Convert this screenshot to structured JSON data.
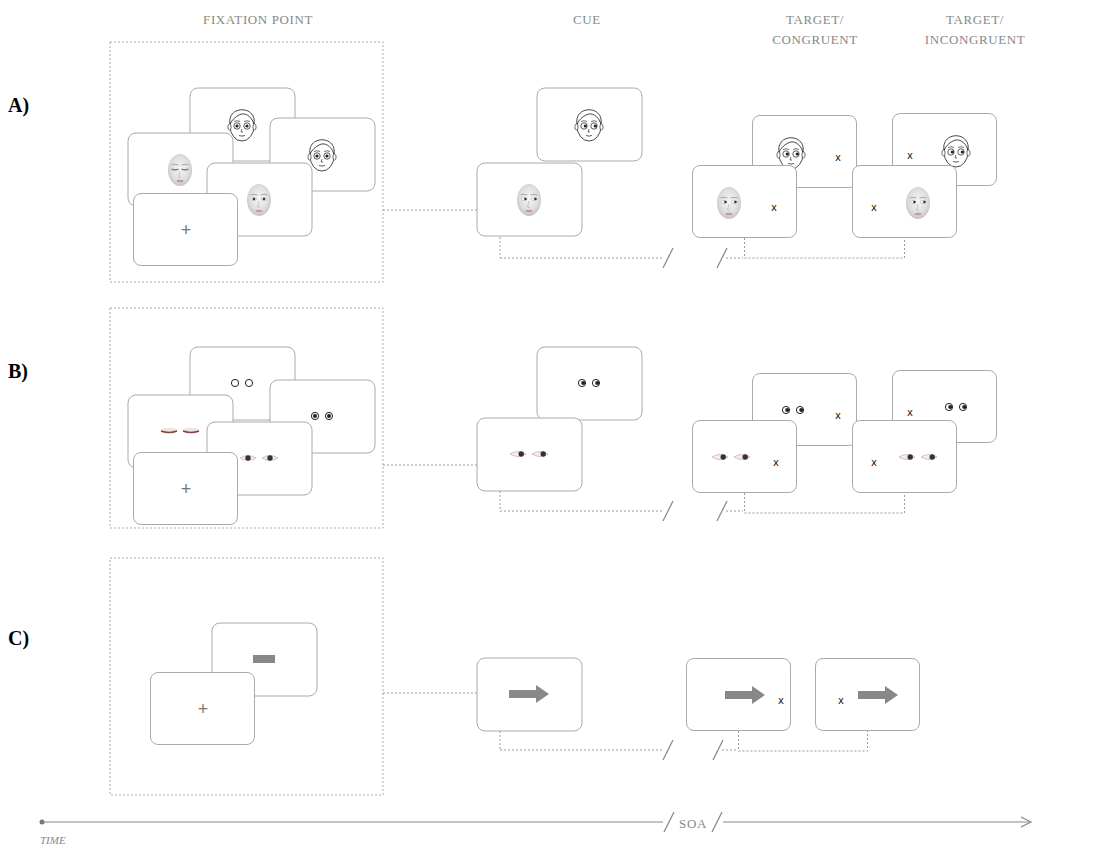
{
  "diagram": {
    "nodes": [
      {
        "text": [
          "+"
        ]
      },
      {
        "text": [
          "x"
        ]
      },
      {
        "text": [
          "x"
        ]
      },
      {
        "text": [
          "x"
        ]
      },
      {
        "text": [
          "x"
        ]
      },
      {
        "text": [
          "+"
        ]
      },
      {
        "text": [
          "x"
        ]
      },
      {
        "text": [
          "x"
        ]
      },
      {
        "text": [
          "x"
        ]
      },
      {
        "text": [
          "x"
        ]
      },
      {
        "text": [
          "+"
        ]
      },
      {
        "text": [
          "x"
        ]
      },
      {
        "text": [
          "x"
        ]
      }
    ],
    "edges": [
      {
        "from": 2,
        "to": 4,
        "arrow": "none"
      },
      {
        "from": 7,
        "to": 9,
        "arrow": "none"
      },
      {
        "from": 11,
        "to": 12,
        "arrow": "none"
      }
    ],
    "labels": [
      "FIXATION POINT",
      "CUE",
      "TARGET/ CONGRUENT",
      "TARGET/ INCONGRUENT",
      "A)",
      "B)",
      "C)",
      "SOA",
      "TIME"
    ]
  }
}
